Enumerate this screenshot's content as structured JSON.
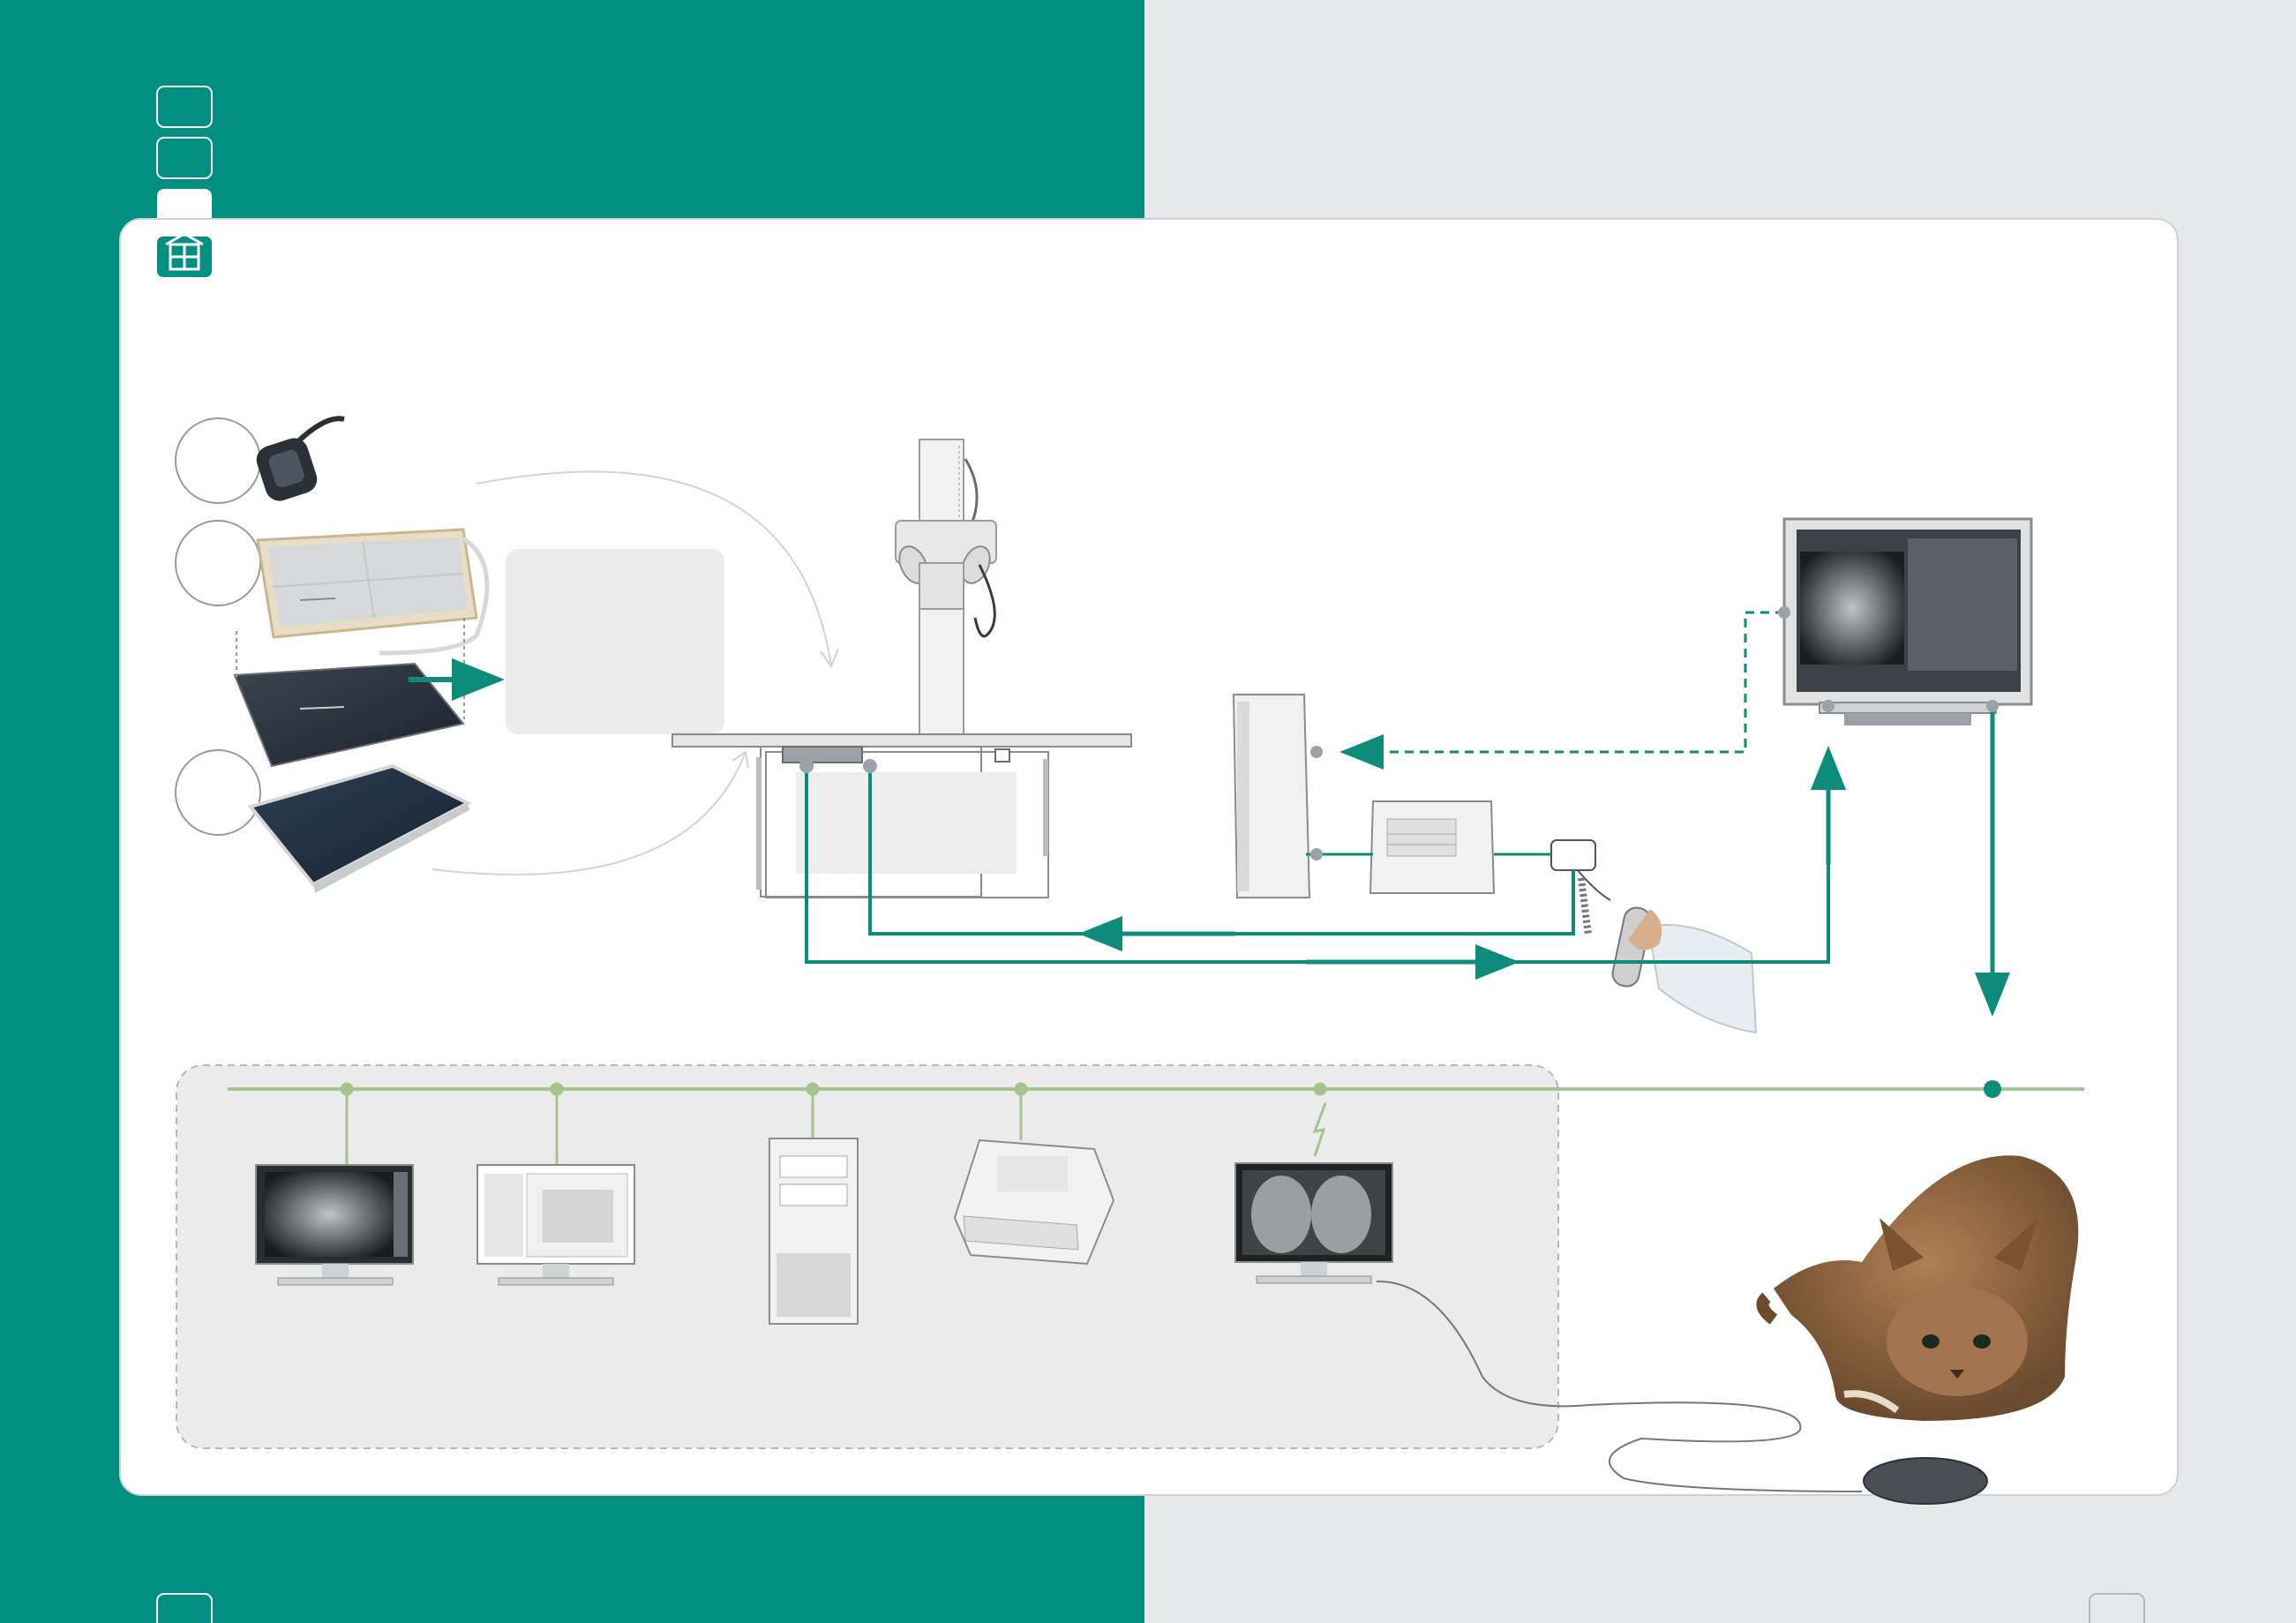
{
  "page": {
    "colors": {
      "teal": "#008f80",
      "light_gray": "#e7e8e9",
      "card": "#ffffff",
      "arrow": "#0d8c7c",
      "network_line": "#a5c48d",
      "network_box": "#ebebeb"
    }
  },
  "side_tabs": [
    "tab-1",
    "tab-2",
    "tab-3-active"
  ],
  "section_icon": "window-grid-icon",
  "detectors": [
    {
      "name": "dental-sensor",
      "icon": "dental-sensor-icon"
    },
    {
      "name": "wireless-flat-panel",
      "icon": "flat-panel-icon"
    },
    {
      "name": "tethered-flat-panel",
      "icon": "flat-panel-icon"
    },
    {
      "name": "large-flat-panel",
      "icon": "flat-panel-icon"
    }
  ],
  "equipment": [
    {
      "name": "xray-table-with-tube-stand"
    },
    {
      "name": "generator-cabinet"
    },
    {
      "name": "control-console"
    },
    {
      "name": "exposure-hand-switch"
    },
    {
      "name": "acquisition-workstation"
    }
  ],
  "network": {
    "nodes": [
      {
        "name": "viewing-station-pelvis",
        "link": "wired"
      },
      {
        "name": "viewing-station-software",
        "link": "wired"
      },
      {
        "name": "server-tower",
        "link": "wired"
      },
      {
        "name": "film-printer",
        "link": "wired"
      },
      {
        "name": "viewing-station-wireless",
        "link": "wireless"
      }
    ]
  },
  "decor": [
    "cat-photo",
    "computer-mouse"
  ]
}
